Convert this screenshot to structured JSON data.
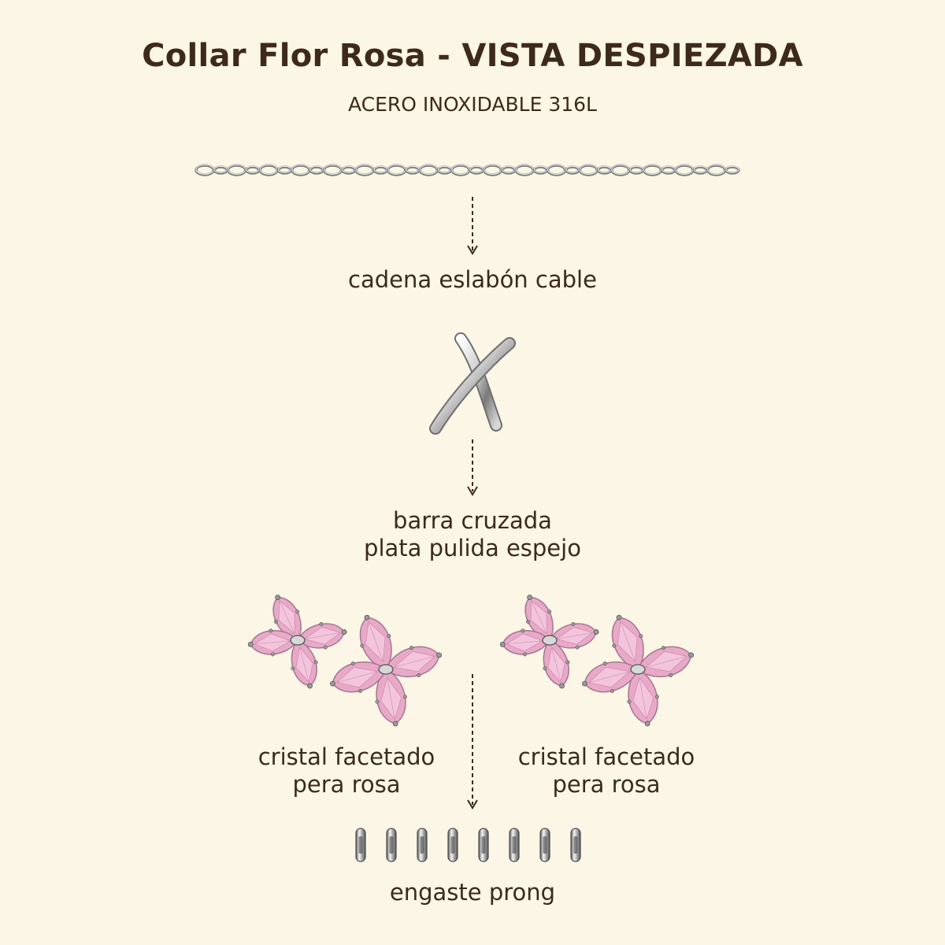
{
  "header": {
    "title": "Collar Flor Rosa - VISTA DESPIEZADA",
    "subtitle": "ACERO INOXIDABLE 316L"
  },
  "parts": [
    {
      "label_lines": [
        "cadena eslabón cable"
      ],
      "icon": "chain-icon"
    },
    {
      "label_lines": [
        "barra cruzada",
        "plata pulida espejo"
      ],
      "icon": "cross-bar-icon"
    },
    {
      "label_lines": [
        "cristal facetado",
        "pera rosa"
      ],
      "icon": "pink-flower-crystal-icon"
    },
    {
      "label_lines": [
        "cristal facetado",
        "pera rosa"
      ],
      "icon": "pink-flower-crystal-icon"
    },
    {
      "label_lines": [
        "engaste prong"
      ],
      "icon": "prong-setting-icon"
    }
  ],
  "colors": {
    "background": "#fcf6e6",
    "text": "#3b2a1e",
    "metal": "#b8b8b8",
    "crystal": "#e7a6c6"
  }
}
